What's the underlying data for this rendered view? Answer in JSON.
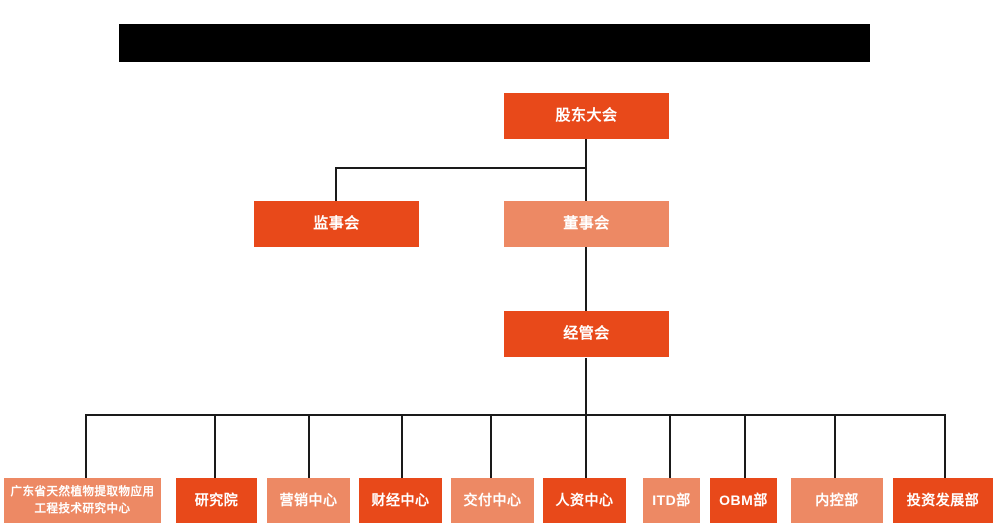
{
  "document": {
    "type": "organization-chart",
    "title_bar": {
      "label": "",
      "redacted": true,
      "color": "#000000"
    }
  },
  "palette": {
    "primary": "#E8491A",
    "secondary": "#ED8964",
    "connector": "#1a1a1a",
    "background": "#ffffff",
    "text": "#ffffff"
  },
  "levels": {
    "level1": {
      "nodes": [
        {
          "id": "shareholders-meeting",
          "label": "股东大会",
          "style": "primary"
        }
      ]
    },
    "level2": {
      "nodes": [
        {
          "id": "board-of-supervisors",
          "label": "监事会",
          "style": "primary"
        },
        {
          "id": "board-of-directors",
          "label": "董事会",
          "style": "secondary"
        }
      ]
    },
    "level3": {
      "nodes": [
        {
          "id": "management-committee",
          "label": "经管会",
          "style": "primary"
        }
      ]
    },
    "level4": {
      "nodes": [
        {
          "id": "guangdong-research-center",
          "label": "广东省天然植物提取物应用工程技术研究中心",
          "style": "secondary"
        },
        {
          "id": "research-institute",
          "label": "研究院",
          "style": "primary"
        },
        {
          "id": "marketing-center",
          "label": "营销中心",
          "style": "secondary"
        },
        {
          "id": "finance-center",
          "label": "财经中心",
          "style": "primary"
        },
        {
          "id": "delivery-center",
          "label": "交付中心",
          "style": "secondary"
        },
        {
          "id": "hr-center",
          "label": "人资中心",
          "style": "primary"
        },
        {
          "id": "itd-department",
          "label": "ITD部",
          "style": "secondary"
        },
        {
          "id": "obm-department",
          "label": "OBM部",
          "style": "primary"
        },
        {
          "id": "internal-control-department",
          "label": "内控部",
          "style": "secondary"
        },
        {
          "id": "investment-development-department",
          "label": "投资发展部",
          "style": "primary"
        }
      ]
    }
  }
}
